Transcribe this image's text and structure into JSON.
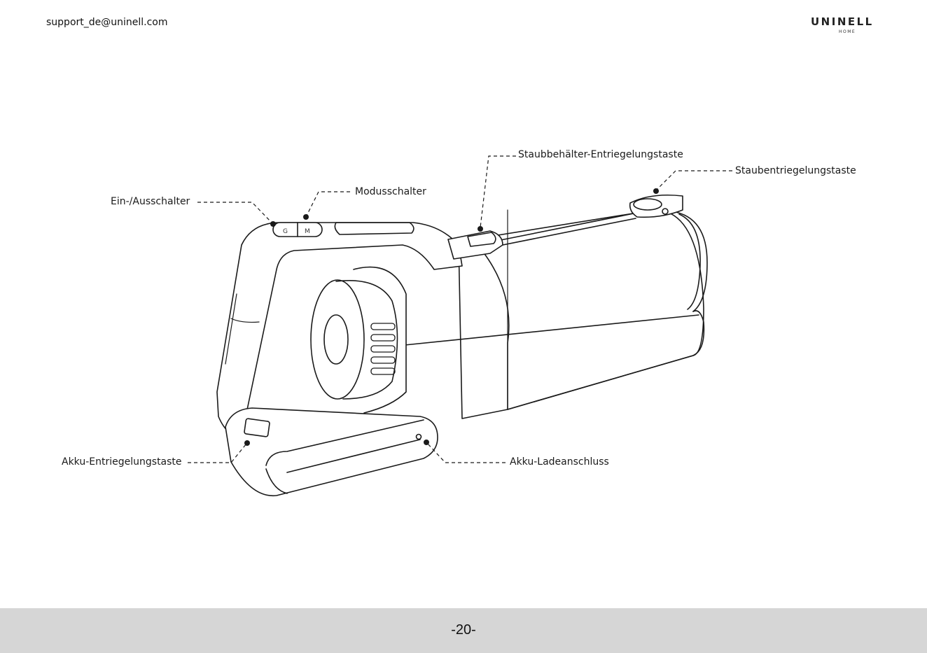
{
  "header": {
    "email": "support_de@uninell.com",
    "logo_main": "UNINELL",
    "logo_sub": "HOME"
  },
  "callouts": {
    "power_switch": "Ein-/Ausschalter",
    "mode_switch": "Modusschalter",
    "dustbin_release": "Staubbehälter-Entriegelungstaste",
    "dust_release": "Staubentriegelungstaste",
    "battery_release": "Akku-Entriegelungstaste",
    "charging_port": "Akku-Ladeanschluss"
  },
  "footer": {
    "page_number": "-20-"
  }
}
